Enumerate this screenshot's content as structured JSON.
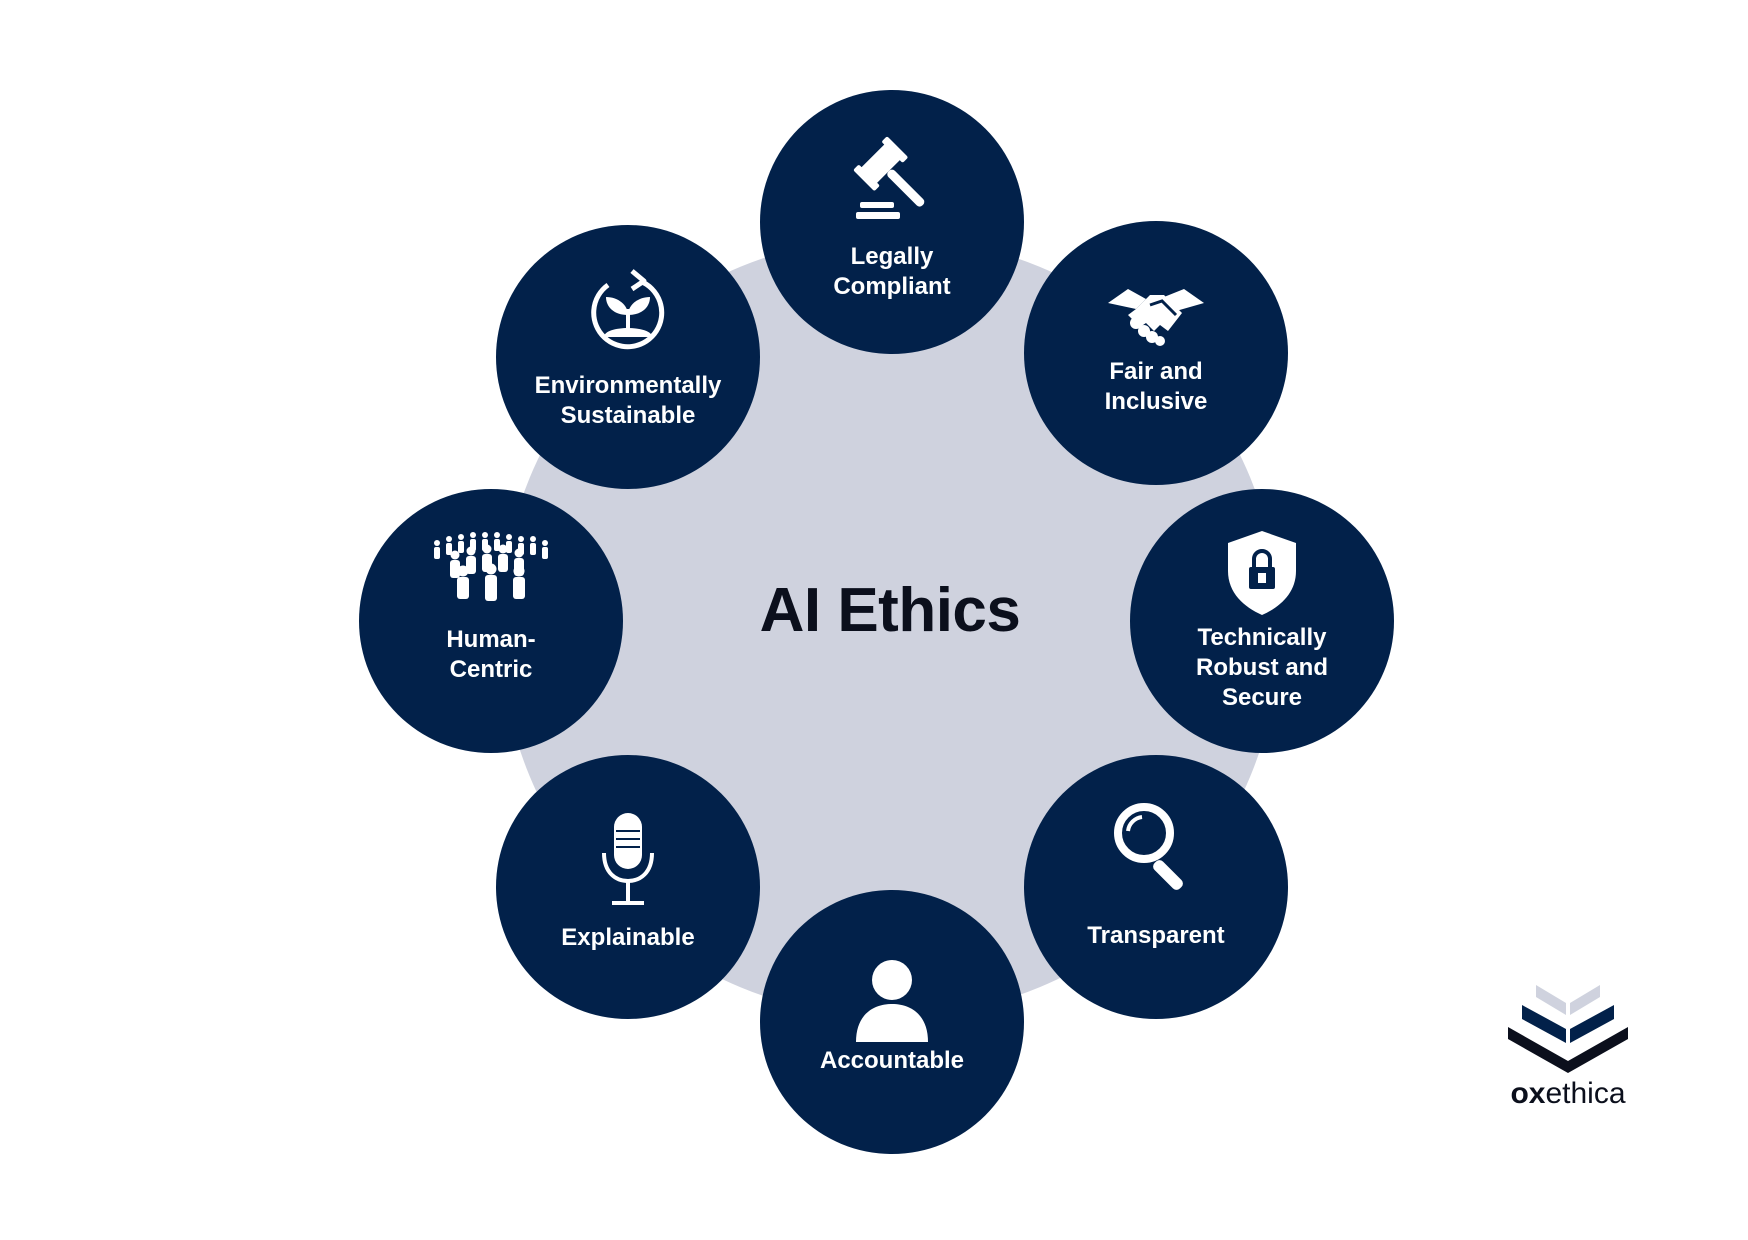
{
  "title": "AI Ethics",
  "nodes": [
    {
      "label": "Legally\nCompliant",
      "icon": "gavel-icon"
    },
    {
      "label": "Fair and\nInclusive",
      "icon": "handshake-icon"
    },
    {
      "label": "Technically\nRobust and\nSecure",
      "icon": "shield-lock-icon"
    },
    {
      "label": "Transparent",
      "icon": "magnifier-icon"
    },
    {
      "label": "Accountable",
      "icon": "person-icon"
    },
    {
      "label": "Explainable",
      "icon": "microphone-icon"
    },
    {
      "label": "Human-\nCentric",
      "icon": "crowd-icon"
    },
    {
      "label": "Environmentally\nSustainable",
      "icon": "plant-cycle-icon"
    }
  ],
  "logo": {
    "bold": "ox",
    "regular": "ethica"
  },
  "colors": {
    "node": "#02214a",
    "hub": "#cfd2de",
    "text": "#0b0f1c",
    "logo_light": "#cfd2de"
  }
}
